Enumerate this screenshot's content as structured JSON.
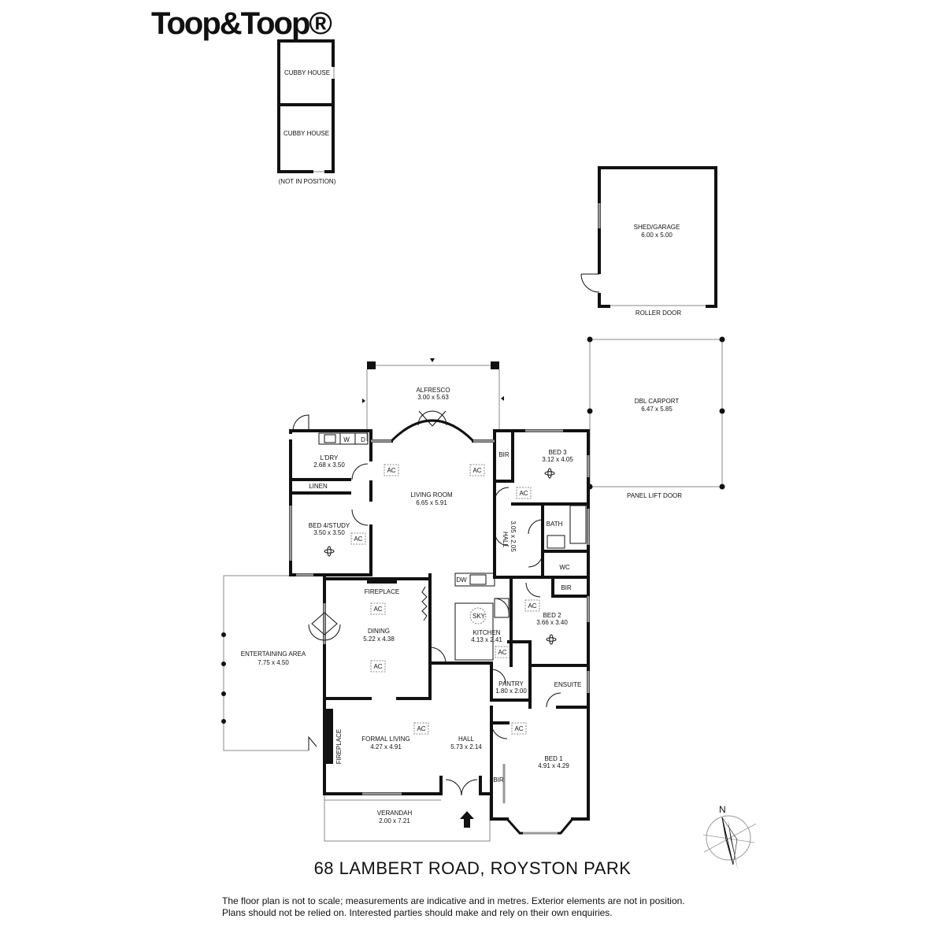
{
  "brand": {
    "logo": "Toop&Toop®"
  },
  "address": "68 LAMBERT ROAD, ROYSTON PARK",
  "disclaimer": {
    "line1": "The floor plan is not to scale; measurements are indicative and in metres. Exterior elements are not in position.",
    "line2": "Plans should not be relied on. Interested parties should make and rely on their own enquiries."
  },
  "outbuildings": {
    "cubby_upper": "CUBBY HOUSE",
    "cubby_lower": "CUBBY HOUSE",
    "cubby_note": "(NOT IN POSITION)",
    "shed_name": "SHED/GARAGE",
    "shed_size": "6.00 x 5.00",
    "roller_door": "ROLLER DOOR",
    "carport_name": "DBL CARPORT",
    "carport_size": "6.47 x 5.85",
    "panel_lift_door": "PANEL LIFT DOOR"
  },
  "rooms": {
    "alfresco": {
      "name": "ALFRESCO",
      "size": "3.00 x 5.63"
    },
    "laundry": {
      "name": "L'DRY",
      "size": "2.68 x 3.50"
    },
    "living": {
      "name": "LIVING ROOM",
      "size": "6.65 x 5.91"
    },
    "bed3": {
      "name": "BED 3",
      "size": "3.12 x 4.05"
    },
    "bed4": {
      "name": "BED 4/STUDY",
      "size": "3.50 x 3.50"
    },
    "hall_small": {
      "name": "HALL",
      "size": "3.05 x 2.05"
    },
    "dining": {
      "name": "DINING",
      "size": "5.22 x 4.38"
    },
    "kitchen": {
      "name": "KITCHEN",
      "size": "4.13 x 2.41"
    },
    "bed2": {
      "name": "BED 2",
      "size": "3.66 x 3.40"
    },
    "entertaining": {
      "name": "ENTERTAINING AREA",
      "size": "7.75 x 4.50"
    },
    "pantry": {
      "name": "PANTRY",
      "size": "1.80 x 2.00"
    },
    "formal_living": {
      "name": "FORMAL LIVING",
      "size": "4.27 x 4.91"
    },
    "hall": {
      "name": "HALL",
      "size": "5.73 x 2.14"
    },
    "bed1": {
      "name": "BED 1",
      "size": "4.91 x 4.29"
    },
    "verandah": {
      "name": "VERANDAH",
      "size": "2.00 x 7.21"
    }
  },
  "labels": {
    "linen": "LINEN",
    "bath": "BATH",
    "wc": "WC",
    "ensuite": "ENSUITE",
    "bir_bed3": "BIR",
    "bir_bed2": "BIR",
    "bir_bed1": "BIR",
    "fireplace_dining": "FIREPLACE",
    "fireplace_formal": "FIREPLACE",
    "dw": "DW",
    "sky": "SKY",
    "washer": "W",
    "dryer": "D",
    "ac": "AC"
  },
  "compass": {
    "north": "N"
  }
}
